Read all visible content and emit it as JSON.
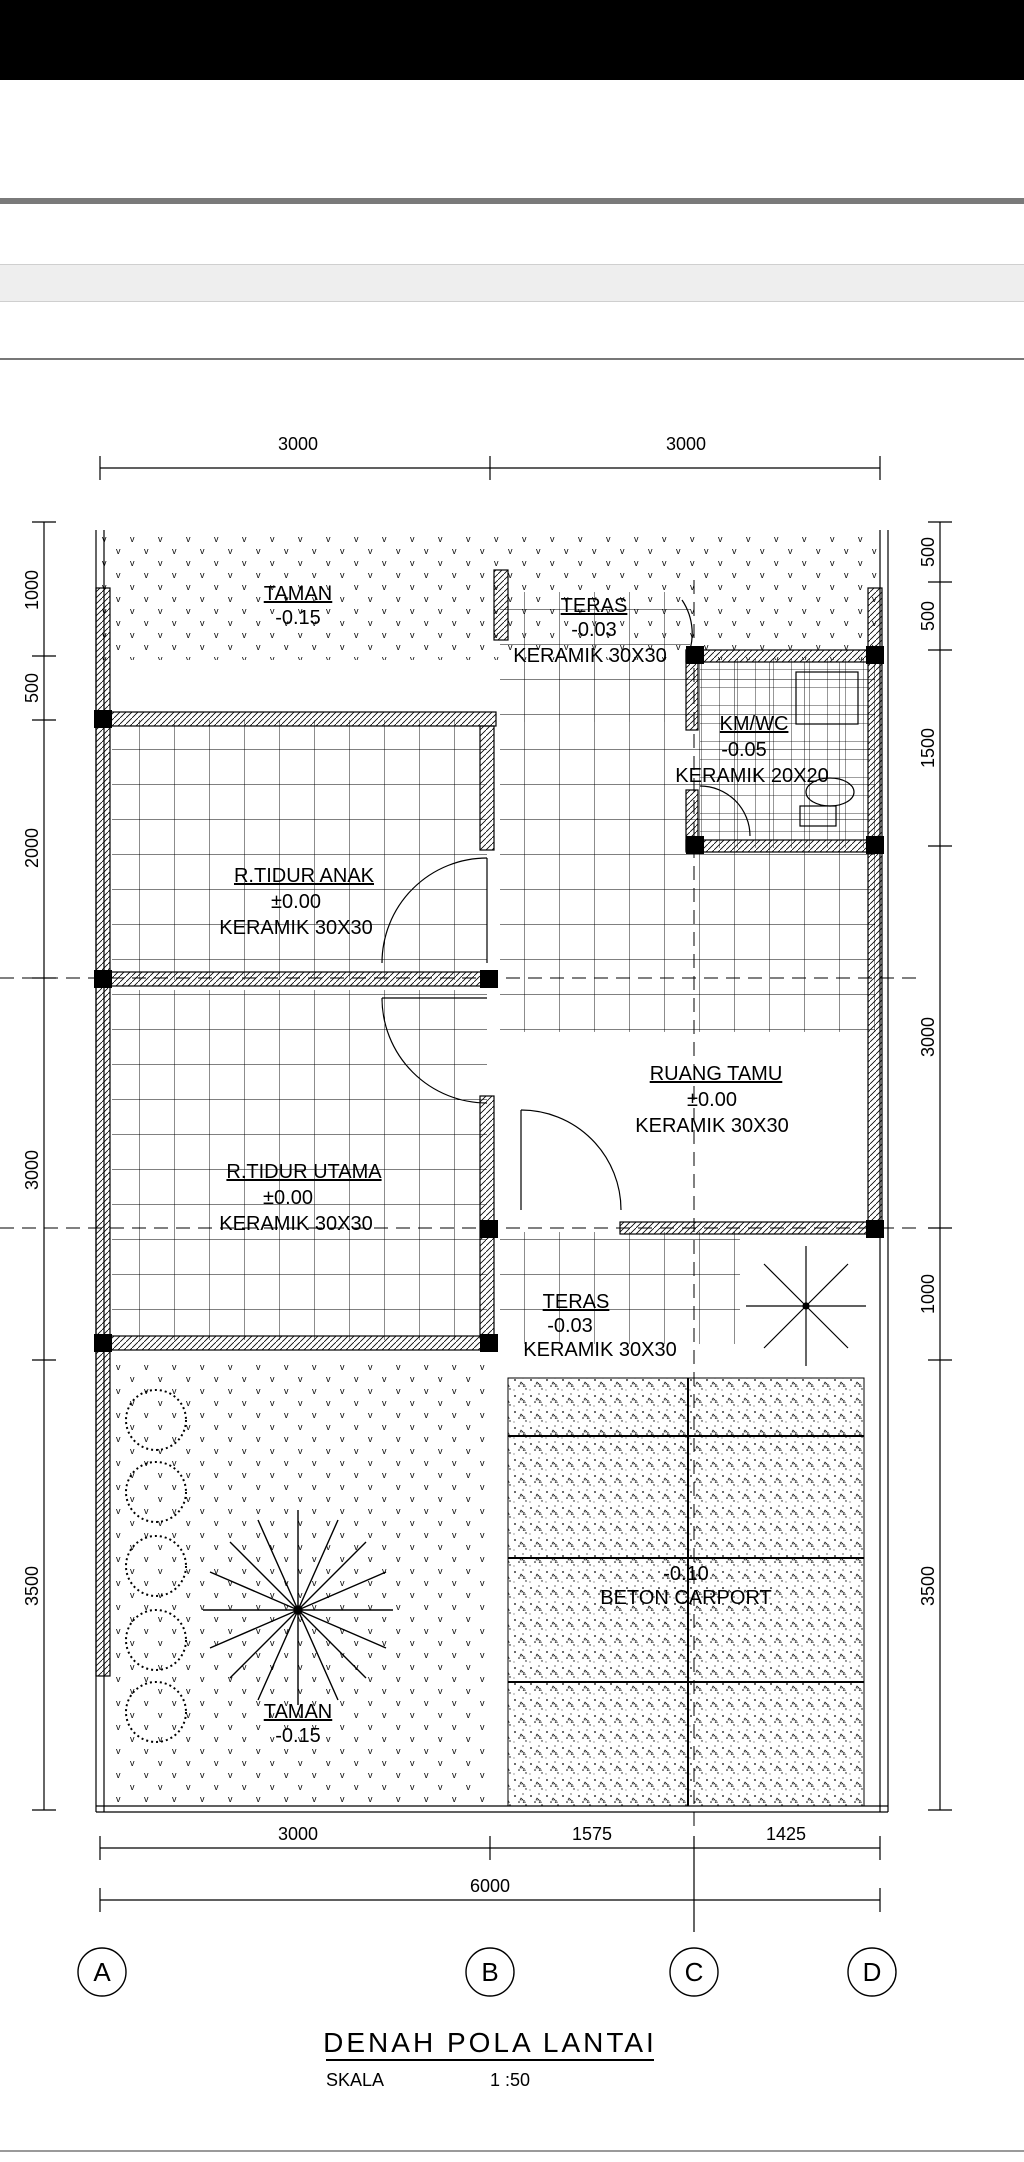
{
  "drawing": {
    "title": "DENAH POLA LANTAI",
    "scale_label": "SKALA",
    "scale_value": "1 :50"
  },
  "dimensions": {
    "top": [
      "3000",
      "3000"
    ],
    "bottom": [
      "3000",
      "1575",
      "1425"
    ],
    "total": "6000",
    "left": [
      "1000",
      "500",
      "2000",
      "3000",
      "3500"
    ],
    "right": [
      "500",
      "500",
      "1500",
      "3000",
      "1000",
      "3500"
    ]
  },
  "grid_axes": [
    "A",
    "B",
    "C",
    "D"
  ],
  "rooms": {
    "taman_top": {
      "name": "TAMAN",
      "level": "-0.15"
    },
    "teras_top": {
      "name": "TERAS",
      "level": "-0.03",
      "floor": "KERAMIK 30X30"
    },
    "km_wc": {
      "name": "KM/WC",
      "level": "-0.05",
      "floor": "KERAMIK 20X20"
    },
    "tidur_anak": {
      "name": "R.TIDUR ANAK",
      "level": "±0.00",
      "floor": "KERAMIK 30X30"
    },
    "ruang_tamu": {
      "name": "RUANG TAMU",
      "level": "±0.00",
      "floor": "KERAMIK 30X30"
    },
    "tidur_utama": {
      "name": "R.TIDUR UTAMA",
      "level": "±0.00",
      "floor": "KERAMIK 30X30"
    },
    "teras_bottom": {
      "name": "TERAS",
      "level": "-0.03",
      "floor": "KERAMIK 30X30"
    },
    "carport": {
      "level": "-0.10",
      "floor": "BETON CARPORT"
    },
    "taman_bottom": {
      "name": "TAMAN",
      "level": "-0.15"
    }
  }
}
